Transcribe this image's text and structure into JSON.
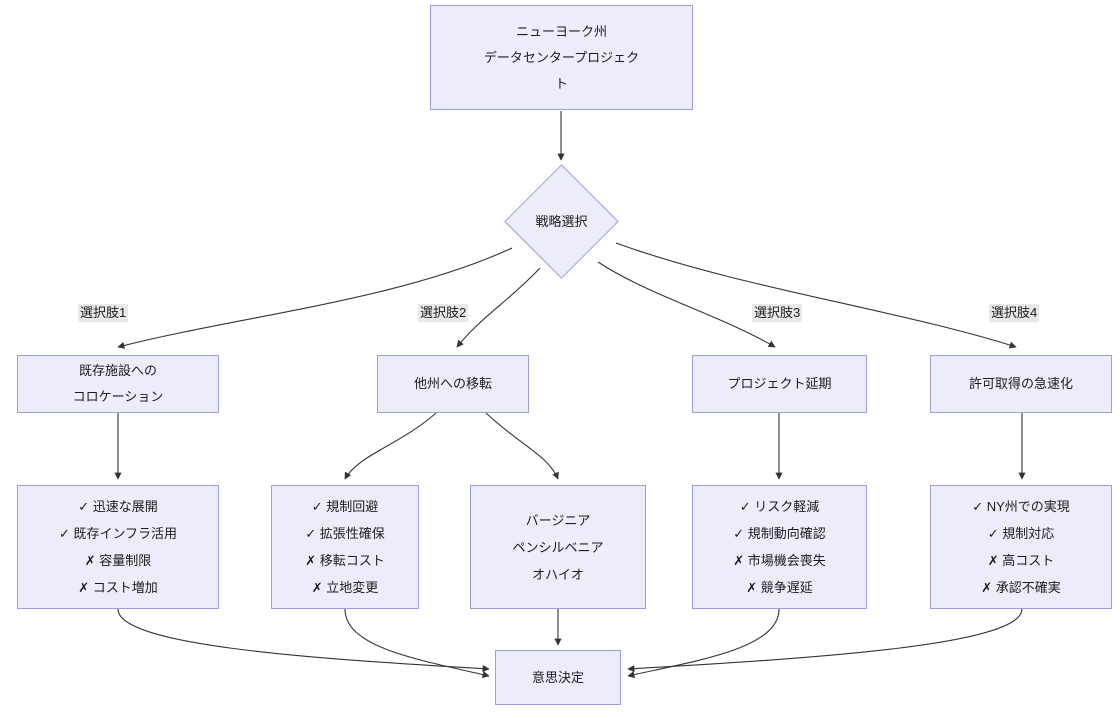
{
  "diagram": {
    "type": "flowchart",
    "title_node": {
      "id": "root",
      "shape": "rectangle",
      "text": "ニューヨーク州\nデータセンタープロジェク\nト"
    },
    "decision_node": {
      "id": "strategy",
      "shape": "diamond",
      "text": "戦略選択"
    },
    "edge_labels": [
      {
        "id": "opt1",
        "text": "選択肢1"
      },
      {
        "id": "opt2",
        "text": "選択肢2"
      },
      {
        "id": "opt3",
        "text": "選択肢3"
      },
      {
        "id": "opt4",
        "text": "選択肢4"
      }
    ],
    "option_nodes": [
      {
        "id": "colocation",
        "shape": "rectangle",
        "text": "既存施設への\nコロケーション"
      },
      {
        "id": "relocate",
        "shape": "rectangle",
        "text": "他州への移転"
      },
      {
        "id": "postpone",
        "shape": "rectangle",
        "text": "プロジェクト延期"
      },
      {
        "id": "expedite",
        "shape": "rectangle",
        "text": "許可取得の急速化"
      }
    ],
    "outcome_nodes": [
      {
        "id": "colocation-outcome",
        "shape": "rectangle",
        "text": "✓ 迅速な展開\n✓ 既存インフラ活用\n✗ 容量制限\n✗ コスト増加"
      },
      {
        "id": "relocate-outcome",
        "shape": "rectangle",
        "text": "✓ 規制回避\n✓ 拡張性確保\n✗ 移転コスト\n✗ 立地変更"
      },
      {
        "id": "states-outcome",
        "shape": "rectangle",
        "text": "バージニア\nペンシルベニア\nオハイオ"
      },
      {
        "id": "postpone-outcome",
        "shape": "rectangle",
        "text": "✓ リスク軽減\n✓ 規制動向確認\n✗ 市場機会喪失\n✗ 競争遅延"
      },
      {
        "id": "expedite-outcome",
        "shape": "rectangle",
        "text": "✓ NY州での実現\n✓ 規制対応\n✗ 高コスト\n✗ 承認不確実"
      }
    ],
    "final_node": {
      "id": "decision",
      "shape": "rectangle",
      "text": "意思決定"
    },
    "colors": {
      "node_fill": "#ECECFB",
      "node_border": "#9E9EDC",
      "edge_stroke": "#333333",
      "edge_label_background": "#E8E8E8",
      "text": "#1c1c1c",
      "background": "#ffffff"
    }
  }
}
